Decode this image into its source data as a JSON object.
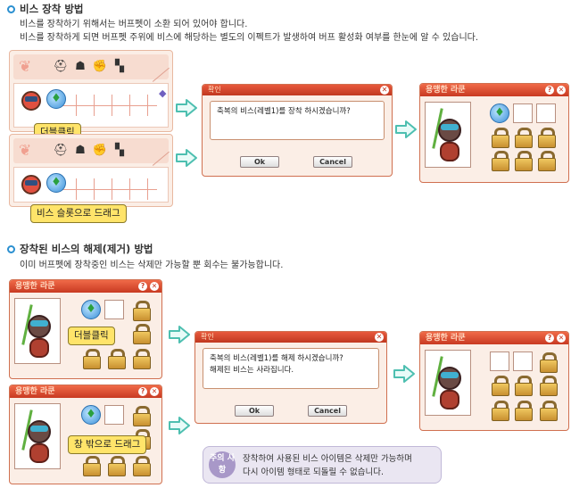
{
  "section1": {
    "title": "비스 장착 방법",
    "line1": "비스를 장착하기 위해서는 버프펫이 소환 되어 있어야 합니다.",
    "line2": "비스를 장착하게 되면 버프펫 주위에 비스에 해당하는 별도의 이펙트가 발생하여 버프 활성화 여부를 한눈에 알 수 있습니다.",
    "tooltip1": "더블클릭",
    "tooltip2": "비스 슬롯으로 드래그",
    "dialog": {
      "title": "확인",
      "message": "축복의 비스(레벨1)를 장착 하시겠습니까?",
      "ok": "Ok",
      "cancel": "Cancel"
    },
    "pet_window_title": "용맹한 라쿤"
  },
  "section2": {
    "title": "장착된 비스의 해제(제거) 방법",
    "line1": "이미 버프펫에 장착중인 비스는 삭제만 가능할 뿐 회수는 불가능합니다.",
    "window_title_top": "용맹한 라쿤",
    "window_title_bottom": "용맹한 라쿤",
    "tooltip1": "더블클릭",
    "tooltip2": "창 밖으로 드래그",
    "dialog": {
      "title": "확인",
      "message1": "축복의 비스(레벨1)를 해제 하시겠습니까?",
      "message2": "해제된 비스는 사라집니다.",
      "ok": "Ok",
      "cancel": "Cancel"
    },
    "result_title": "용맹한 라쿤"
  },
  "notice": {
    "badge": "주의 사항",
    "line1": "장착하여 사용된 비스 아이템은 삭제만 가능하며",
    "line2": "다시 아이템 형태로 되돌릴 수 없습니다."
  },
  "colors": {
    "accent_blue": "#2a8fd0",
    "title_bar": "#d84a2e",
    "tooltip": "#ffe46a",
    "arrow": "#4dbfb0"
  }
}
